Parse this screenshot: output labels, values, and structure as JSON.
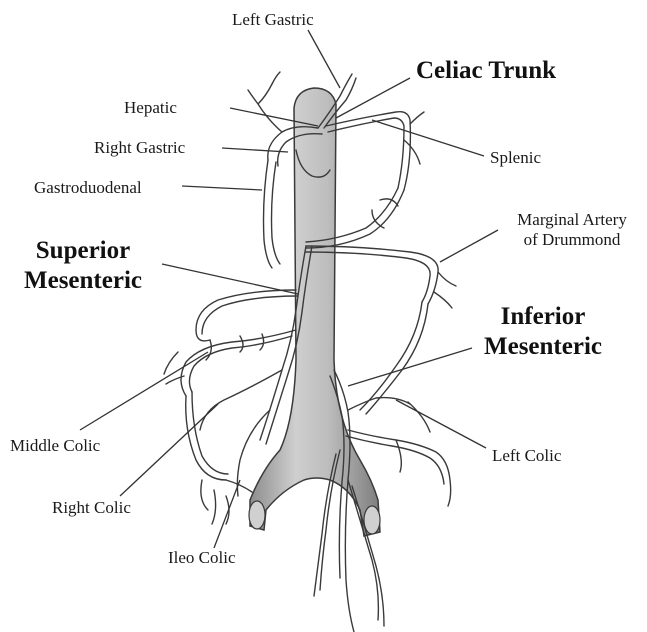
{
  "labels": {
    "left_gastric": "Left Gastric",
    "celiac_trunk": "Celiac Trunk",
    "hepatic": "Hepatic",
    "right_gastric": "Right Gastric",
    "splenic": "Splenic",
    "gastroduodenal": "Gastroduodenal",
    "marginal_line1": "Marginal Artery",
    "marginal_line2": "of Drummond",
    "superior_line1": "Superior",
    "superior_line2": "Mesenteric",
    "inferior_line1": "Inferior",
    "inferior_line2": "Mesenteric",
    "middle_colic": "Middle Colic",
    "left_colic": "Left Colic",
    "right_colic": "Right Colic",
    "ileo_colic": "Ileo Colic"
  },
  "colors": {
    "aorta_fill": "#b9b9b9",
    "aorta_shadow": "#8a8a8a",
    "vessel_outline": "#3a3a3a",
    "vessel_fill": "#f4f4f4",
    "leader_line": "#333333"
  }
}
